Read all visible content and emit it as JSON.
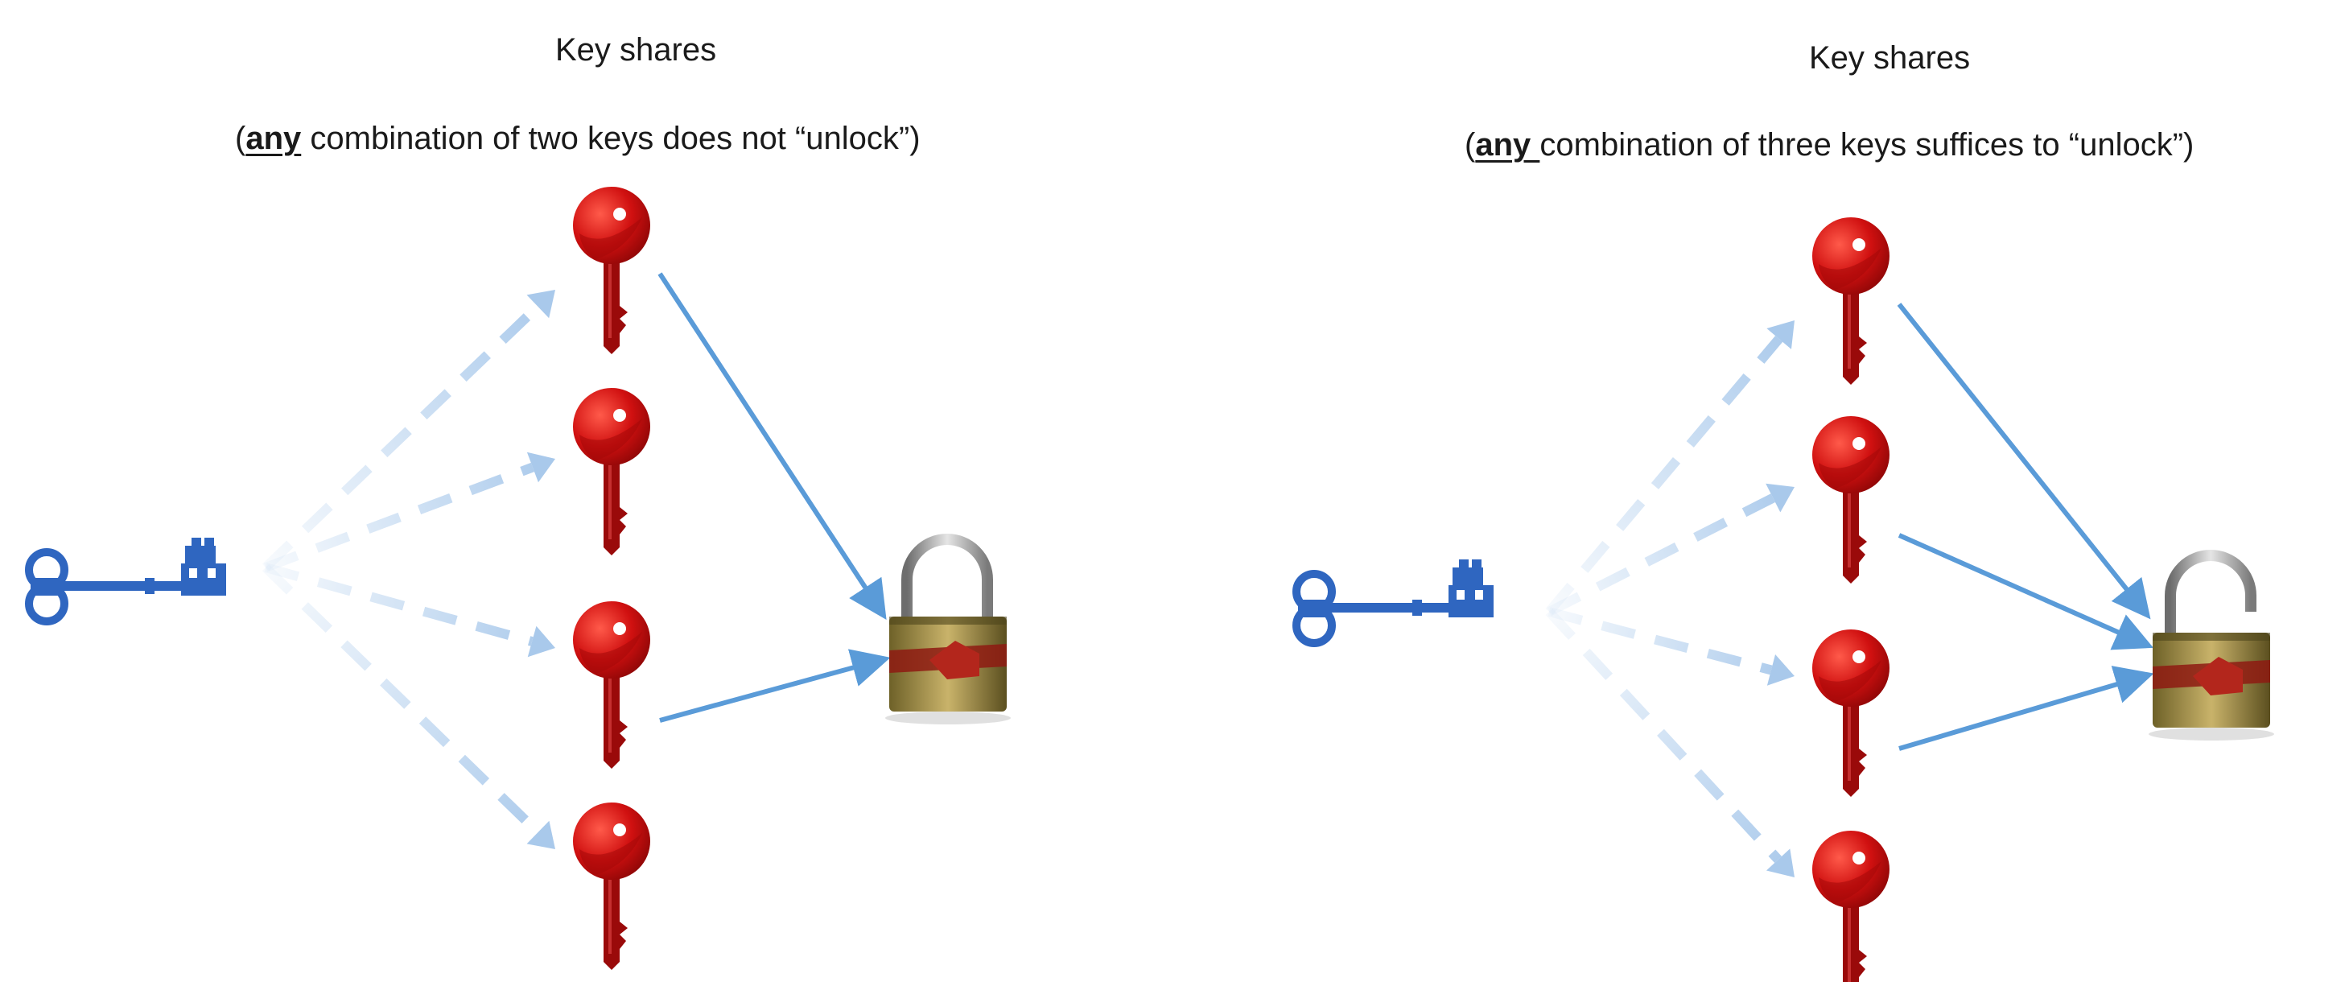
{
  "panels": [
    {
      "title": "Key shares",
      "subtitle_prefix": "(",
      "subtitle_emphasis": "any",
      "subtitle_rest": " combination of two keys does not “unlock”)",
      "lock_state": "locked",
      "share_count": 4,
      "shares_to_lock": [
        0,
        2
      ]
    },
    {
      "title": "Key shares",
      "subtitle_prefix": "(",
      "subtitle_emphasis": "any ",
      "subtitle_rest": "combination of three keys suffices to “unlock”)",
      "lock_state": "unlocked",
      "share_count": 4,
      "shares_to_lock": [
        0,
        1,
        2
      ]
    }
  ],
  "colors": {
    "master_key": "#2f66c0",
    "share_key": "#d01010",
    "share_key_stem": "#9a0a0a",
    "arrow_solid": "#5a9bd8",
    "arrow_dashed": "#a9c9eb",
    "lock_body": "#8c7a36",
    "lock_shackle": "#9a9a9a"
  },
  "icons": {
    "master_key": "master-key-icon",
    "share_key": "key-share-icon",
    "lock": "padlock-icon"
  }
}
